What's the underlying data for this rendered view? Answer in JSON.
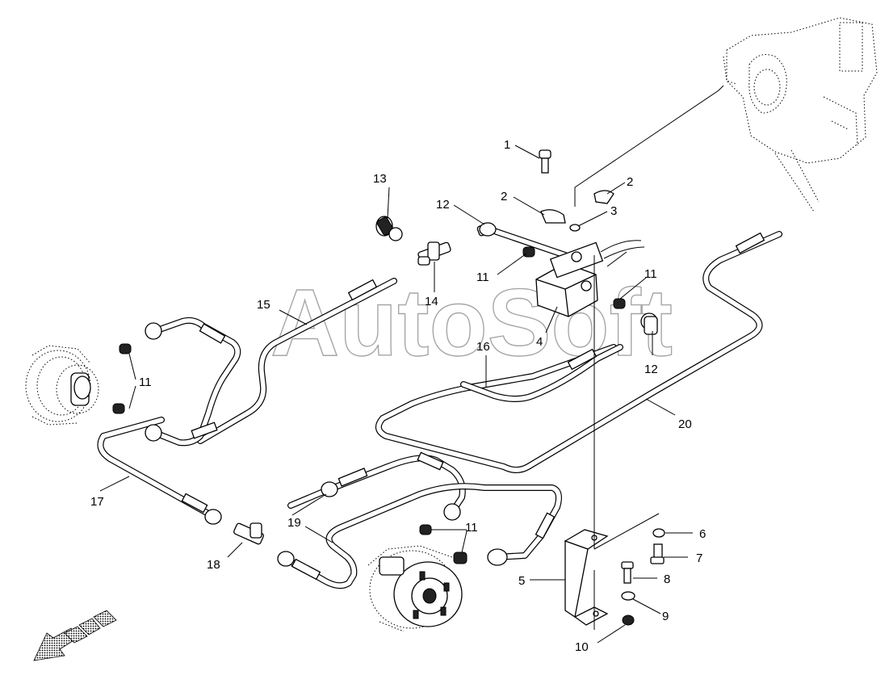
{
  "watermark": "AutoSoft",
  "labels": {
    "l1": "1",
    "l2a": "2",
    "l2b": "2",
    "l3": "3",
    "l4": "4",
    "l5": "5",
    "l6": "6",
    "l7": "7",
    "l8": "8",
    "l9": "9",
    "l10": "10",
    "l11a": "11",
    "l11b": "11",
    "l11c": "11",
    "l11d": "11",
    "l12a": "12",
    "l12b": "12",
    "l13": "13",
    "l14": "14",
    "l15": "15",
    "l16": "16",
    "l17": "17",
    "l18": "18",
    "l19": "19",
    "l20": "20"
  }
}
